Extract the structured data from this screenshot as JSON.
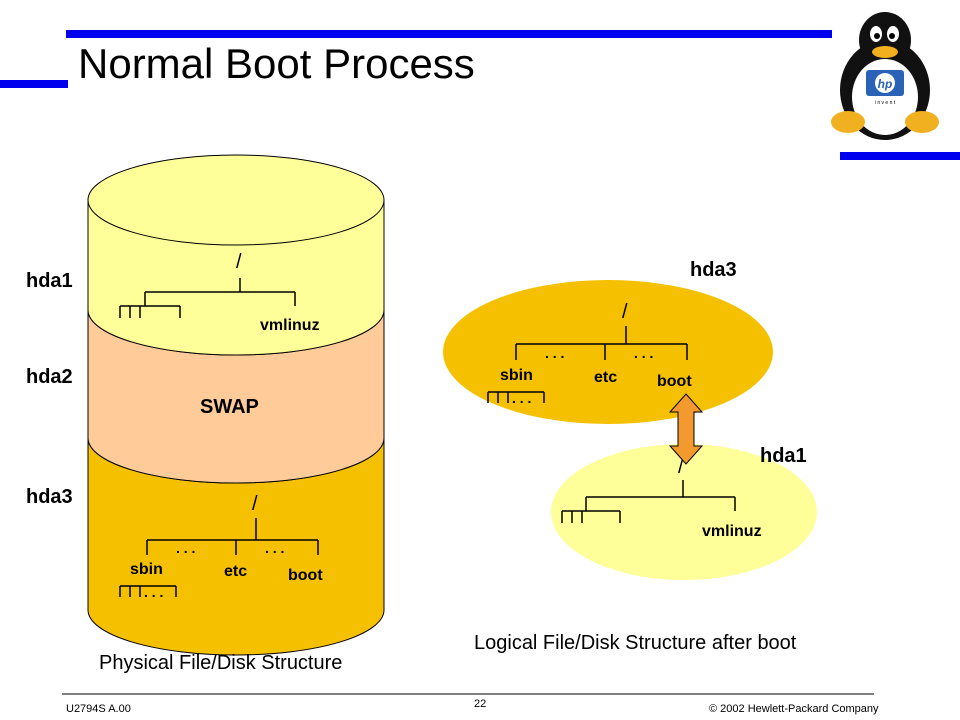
{
  "slide": {
    "title": "Normal Boot Process",
    "footer_left": "U2794S A.00",
    "page_number": "22",
    "footer_right": "© 2002 Hewlett-Packard Company"
  },
  "physical": {
    "partition_labels": [
      "hda1",
      "hda2",
      "hda3"
    ],
    "swap_label": "SWAP",
    "hda1_tree": {
      "root": "/",
      "file": "vmlinuz"
    },
    "hda3_tree": {
      "root": "/",
      "dirs": [
        "sbin",
        "etc",
        "boot"
      ],
      "ellipsis": ". . ."
    },
    "caption": "Physical File/Disk Structure"
  },
  "logical": {
    "hda3_label": "hda3",
    "hda1_label": "hda1",
    "hda3_tree": {
      "root": "/",
      "dirs": [
        "sbin",
        "etc",
        "boot"
      ],
      "ellipsis": ". . ."
    },
    "hda1_tree": {
      "root": "/",
      "file": "vmlinuz"
    },
    "caption": "Logical File/Disk Structure after boot"
  },
  "logo": {
    "name": "tux-hp-logo",
    "hp_text": "hp",
    "invent_text": "i n v e n t"
  },
  "colors": {
    "accent_blue": "#0000ee",
    "hda1_fill": "#ffff99",
    "hda2_fill": "#ffcc99",
    "hda3_fill": "#f5c000",
    "arrow_fill": "#f29a2e"
  }
}
